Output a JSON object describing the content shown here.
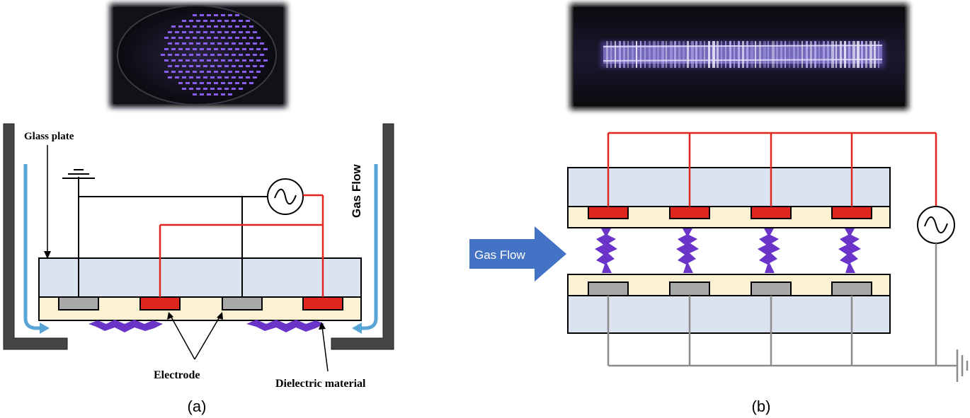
{
  "panel_a": {
    "label_glass_plate": "Glass plate",
    "label_gas_flow": "Gas Flow",
    "label_electrode": "Electrode",
    "label_dielectric": "Dielectric material",
    "caption": "(a)"
  },
  "panel_b": {
    "label_gas_flow": "Gas Flow",
    "caption": "(b)"
  },
  "colors": {
    "glass": "#dbe2f0",
    "dielectric": "#fdf1d3",
    "hv_electrode": "#e0271f",
    "ground_electrode": "#a9a9a9",
    "plasma": "#6a34c8",
    "wire_hv": "#e0271f",
    "wire_ground_b": "#8c8c8c",
    "gas_arrow_a": "#5aa5d8",
    "gas_arrow_b": "#4472c4",
    "wall": "#454545"
  }
}
